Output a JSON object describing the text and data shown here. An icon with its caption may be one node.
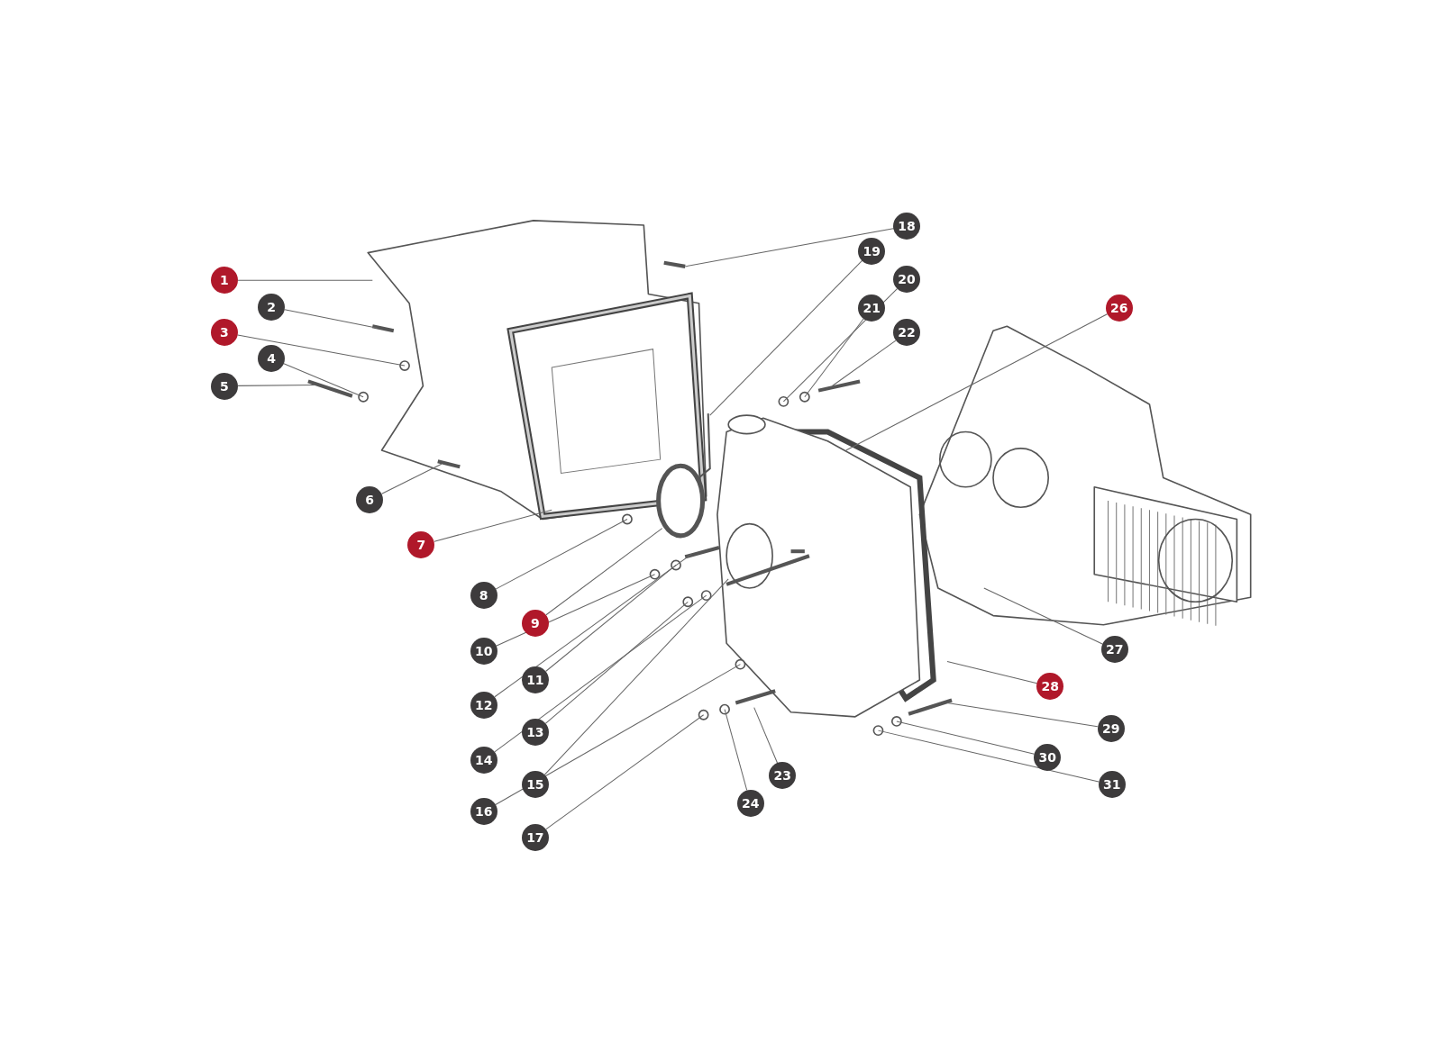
{
  "diagram": {
    "nodes": [
      {
        "text": [
          "1"
        ]
      },
      {
        "text": [
          "2"
        ]
      },
      {
        "text": [
          "3"
        ]
      },
      {
        "text": [
          "4"
        ]
      },
      {
        "text": [
          "5"
        ]
      },
      {
        "text": [
          "6"
        ]
      },
      {
        "text": [
          "7"
        ]
      },
      {
        "text": [
          "8"
        ]
      },
      {
        "text": [
          "9"
        ]
      },
      {
        "text": [
          "10"
        ]
      },
      {
        "text": [
          "11"
        ]
      },
      {
        "text": [
          "12"
        ]
      },
      {
        "text": [
          "13"
        ]
      },
      {
        "text": [
          "14"
        ]
      },
      {
        "text": [
          "15"
        ]
      },
      {
        "text": [
          "16"
        ]
      },
      {
        "text": [
          "17"
        ]
      },
      {
        "text": [
          "18"
        ]
      },
      {
        "text": [
          "19"
        ]
      },
      {
        "text": [
          "20"
        ]
      },
      {
        "text": [
          "21"
        ]
      },
      {
        "text": [
          "22"
        ]
      },
      {
        "text": [
          "23"
        ]
      },
      {
        "text": [
          "24"
        ]
      },
      {
        "text": [
          "26"
        ]
      },
      {
        "text": [
          "27"
        ]
      },
      {
        "text": [
          "28"
        ]
      },
      {
        "text": [
          "29"
        ]
      },
      {
        "text": [
          "30"
        ]
      },
      {
        "text": [
          "31"
        ]
      }
    ],
    "edges": [
      {
        "from": 0,
        "to": null,
        "arrow": "none"
      },
      {
        "from": 1,
        "to": null,
        "arrow": "none"
      },
      {
        "from": 2,
        "to": null,
        "arrow": "none"
      },
      {
        "from": 3,
        "to": null,
        "arrow": "none"
      },
      {
        "from": 4,
        "to": null,
        "arrow": "none"
      },
      {
        "from": 5,
        "to": null,
        "arrow": "none"
      },
      {
        "from": 6,
        "to": null,
        "arrow": "none"
      },
      {
        "from": 7,
        "to": null,
        "arrow": "none"
      },
      {
        "from": 8,
        "to": null,
        "arrow": "none"
      },
      {
        "from": 9,
        "to": null,
        "arrow": "none"
      },
      {
        "from": 10,
        "to": null,
        "arrow": "none"
      },
      {
        "from": 11,
        "to": null,
        "arrow": "none"
      },
      {
        "from": 12,
        "to": null,
        "arrow": "none"
      },
      {
        "from": 13,
        "to": null,
        "arrow": "none"
      },
      {
        "from": 14,
        "to": null,
        "arrow": "none"
      },
      {
        "from": 15,
        "to": null,
        "arrow": "none"
      },
      {
        "from": 16,
        "to": null,
        "arrow": "none"
      },
      {
        "from": 17,
        "to": null,
        "arrow": "none"
      },
      {
        "from": 18,
        "to": null,
        "arrow": "none"
      },
      {
        "from": 19,
        "to": null,
        "arrow": "none"
      },
      {
        "from": 20,
        "to": null,
        "arrow": "none"
      },
      {
        "from": 21,
        "to": null,
        "arrow": "none"
      },
      {
        "from": 22,
        "to": null,
        "arrow": "none"
      },
      {
        "from": 23,
        "to": null,
        "arrow": "none"
      },
      {
        "from": 24,
        "to": null,
        "arrow": "none"
      },
      {
        "from": 25,
        "to": null,
        "arrow": "none"
      },
      {
        "from": 26,
        "to": null,
        "arrow": "none"
      },
      {
        "from": 27,
        "to": null,
        "arrow": "none"
      },
      {
        "from": 28,
        "to": null,
        "arrow": "none"
      },
      {
        "from": 29,
        "to": null,
        "arrow": "none"
      }
    ]
  }
}
